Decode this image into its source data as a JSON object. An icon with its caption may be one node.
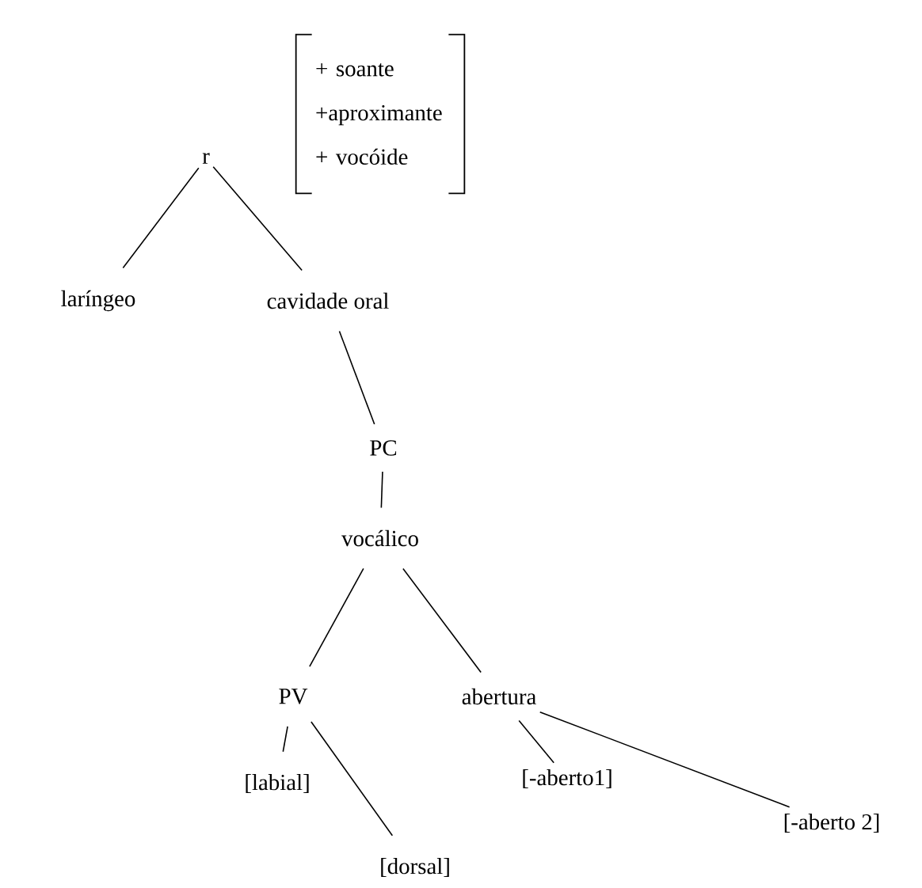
{
  "diagram": {
    "nodes": [
      {
        "text": [
          "r"
        ]
      },
      {
        "text": [
          "+ soante",
          "+aproximante",
          "+ vocóide"
        ]
      },
      {
        "text": [
          "laríngeo"
        ]
      },
      {
        "text": [
          "cavidade oral"
        ]
      },
      {
        "text": [
          "PC"
        ]
      },
      {
        "text": [
          "vocálico"
        ]
      },
      {
        "text": [
          "PV"
        ]
      },
      {
        "text": [
          "abertura"
        ]
      },
      {
        "text": [
          "[labial]"
        ]
      },
      {
        "text": [
          "[dorsal]"
        ]
      },
      {
        "text": [
          "[-aberto1]"
        ]
      },
      {
        "text": [
          "[-aberto 2]"
        ]
      }
    ],
    "edges": [
      {
        "from": 0,
        "to": 2,
        "arrow": "none"
      },
      {
        "from": 0,
        "to": 3,
        "arrow": "none"
      },
      {
        "from": 3,
        "to": 4,
        "arrow": "none"
      },
      {
        "from": 4,
        "to": 5,
        "arrow": "none"
      },
      {
        "from": 5,
        "to": 6,
        "arrow": "none"
      },
      {
        "from": 5,
        "to": 7,
        "arrow": "none"
      },
      {
        "from": 6,
        "to": 8,
        "arrow": "none"
      },
      {
        "from": 6,
        "to": 9,
        "arrow": "none"
      },
      {
        "from": 7,
        "to": 10,
        "arrow": "none"
      },
      {
        "from": 7,
        "to": 11,
        "arrow": "none"
      }
    ]
  }
}
